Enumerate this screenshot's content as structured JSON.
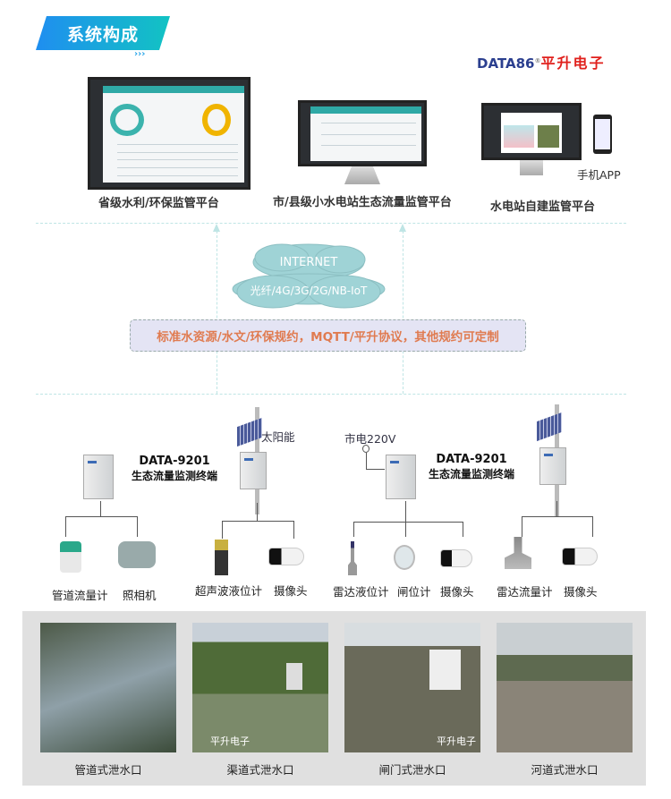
{
  "header": {
    "title": "系统构成",
    "arrows": "›››",
    "logo_en": "DATA86",
    "logo_reg": "®",
    "logo_cn": "平升电子"
  },
  "platforms": [
    {
      "label": "省级水利/环保监管平台"
    },
    {
      "label": "市/县级小水电站生态流量监管平台"
    },
    {
      "label": "水电站自建监管平台"
    }
  ],
  "mobile_label": "手机APP",
  "network": {
    "title": "INTERNET",
    "subtitle": "光纤/4G/3G/2G/NB-IoT"
  },
  "protocol": "标准水资源/水文/环保规约，MQTT/平升协议，其他规约可定制",
  "power": {
    "solar": "太阳能",
    "mains": "市电220V"
  },
  "terminals": [
    {
      "model": "DATA-9201",
      "name": "生态流量监测终端"
    },
    {
      "model": "DATA-9201",
      "name": "生态流量监测终端"
    }
  ],
  "devices": [
    "管道流量计",
    "照相机",
    "超声波液位计",
    "摄像头",
    "雷达液位计",
    "闸位计",
    "摄像头",
    "雷达流量计",
    "摄像头"
  ],
  "outlets": [
    {
      "caption": "管道式泄水口"
    },
    {
      "caption": "渠道式泄水口",
      "watermark": "平升电子"
    },
    {
      "caption": "闸门式泄水口",
      "watermark": "平升电子"
    },
    {
      "caption": "河道式泄水口"
    }
  ],
  "colors": {
    "accent": "#12c3c3",
    "protocol_text": "#e07b50",
    "cloud": "#9fd3d6",
    "panel": "#e0e0e0"
  }
}
